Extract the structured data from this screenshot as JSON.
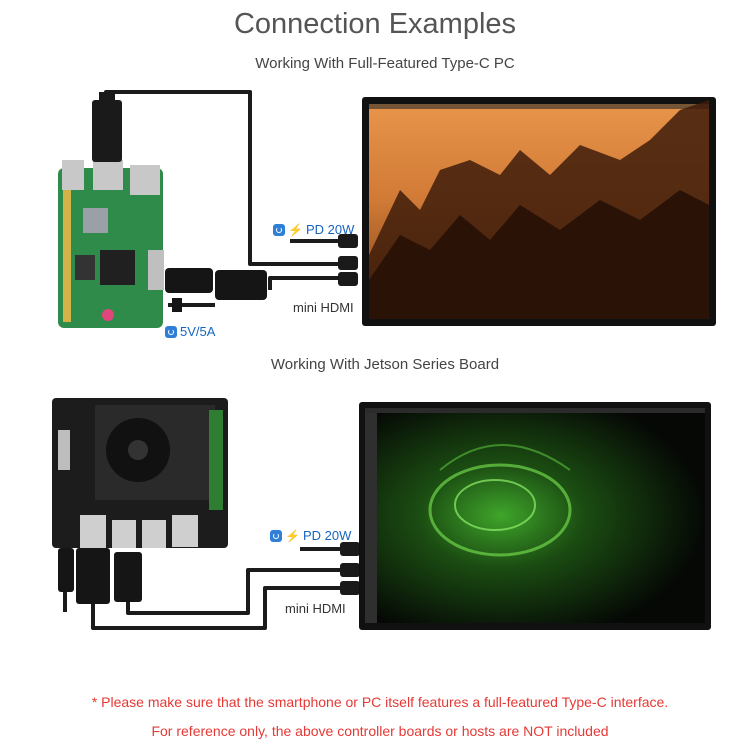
{
  "title": "Connection Examples",
  "sections": [
    {
      "subtitle": "Working With Full-Featured Type-C PC",
      "pd_label": "PD 20W",
      "hdmi_label": "mini HDMI",
      "power_label": "5V/5A"
    },
    {
      "subtitle": "Working With Jetson Series Board",
      "pd_label": "PD 20W",
      "hdmi_label": "mini HDMI"
    }
  ],
  "notes": {
    "line1": "* Please make sure that the smartphone or PC itself features a full-featured Type-C interface.",
    "line2": "For reference only, the above controller boards or hosts are NOT included"
  },
  "colors": {
    "pd_text": "#1565c0",
    "bolt": "#f39200",
    "note_text": "#e53935"
  }
}
